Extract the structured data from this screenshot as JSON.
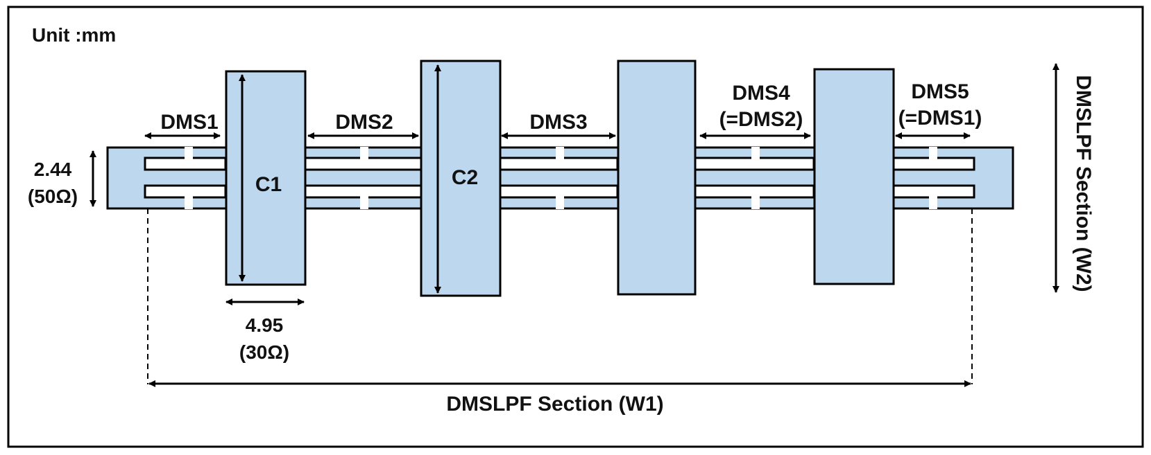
{
  "unit_label": "Unit :mm",
  "sections": {
    "dms1": "DMS1",
    "dms2": "DMS2",
    "dms3": "DMS3",
    "dms4": "DMS4",
    "dms4_note": "(=DMS2)",
    "dms5": "DMS5",
    "dms5_note": "(=DMS1)"
  },
  "capacitors": {
    "c1": "C1",
    "c2": "C2"
  },
  "dimensions": {
    "feed_width": "2.44",
    "feed_impedance": "(50Ω)",
    "stub_width": "4.95",
    "stub_impedance": "(30Ω)"
  },
  "section_labels": {
    "w1": "DMSLPF Section (W1)",
    "w2": "DMSLPF Section (W2)"
  },
  "colors": {
    "metal_fill": "#bdd7ee",
    "outline": "#000000"
  }
}
